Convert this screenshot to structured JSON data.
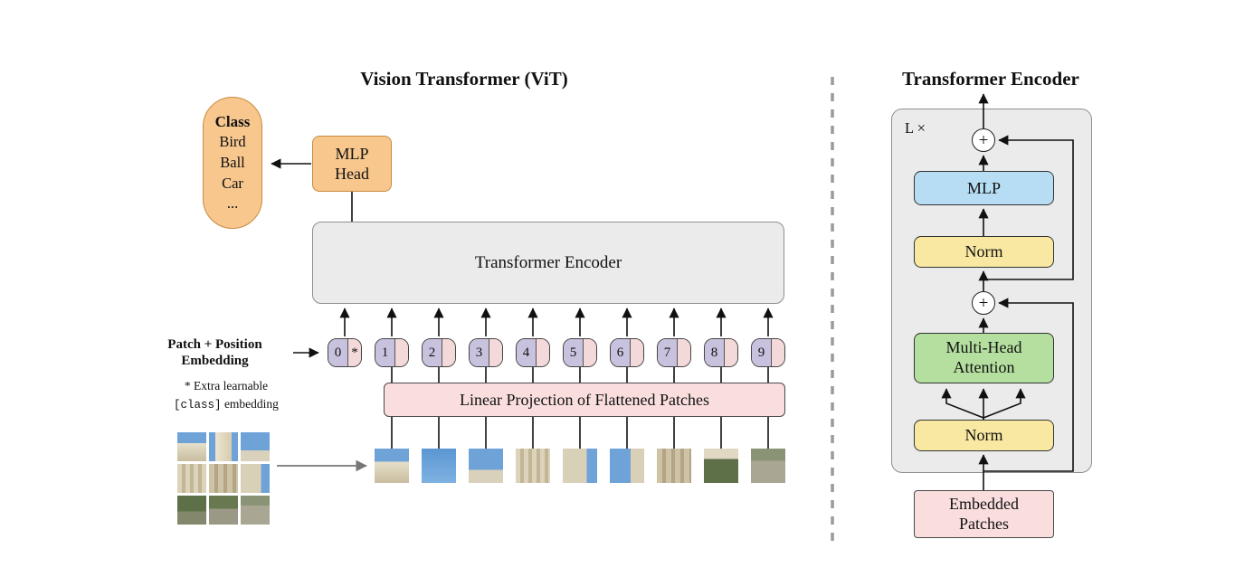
{
  "diagram": {
    "left": {
      "title": "Vision Transformer (ViT)",
      "class_pill": {
        "header": "Class",
        "item1": "Bird",
        "item2": "Ball",
        "item3": "Car",
        "item4": "..."
      },
      "mlp_head_label": "MLP\nHead",
      "encoder_label": "Transformer Encoder",
      "patch_position_label": "Patch + Position\nEmbedding",
      "note_line1": "* Extra learnable",
      "note_code": "[class]",
      "note_rest": " embedding",
      "linear_projection_label": "Linear Projection of Flattened Patches",
      "tokens": [
        "0",
        "1",
        "2",
        "3",
        "4",
        "5",
        "6",
        "7",
        "8",
        "9"
      ],
      "class_token_star": "*"
    },
    "right": {
      "title": "Transformer Encoder",
      "repeat_label": "L ×",
      "plus_top": "+",
      "plus_bottom": "+",
      "mlp_label": "MLP",
      "norm_upper_label": "Norm",
      "mha_label": "Multi-Head\nAttention",
      "norm_lower_label": "Norm",
      "embedded_patches_label": "Embedded\nPatches"
    },
    "colors": {
      "orange_box": "#F7C78E",
      "gray_box": "#EBEBEB",
      "pink_box": "#FADEDE",
      "lavender_token": "#C9C2DE",
      "yellow_box": "#F9E8A2",
      "green_box": "#B4DF9F",
      "blue_box": "#B6DDF4"
    }
  }
}
